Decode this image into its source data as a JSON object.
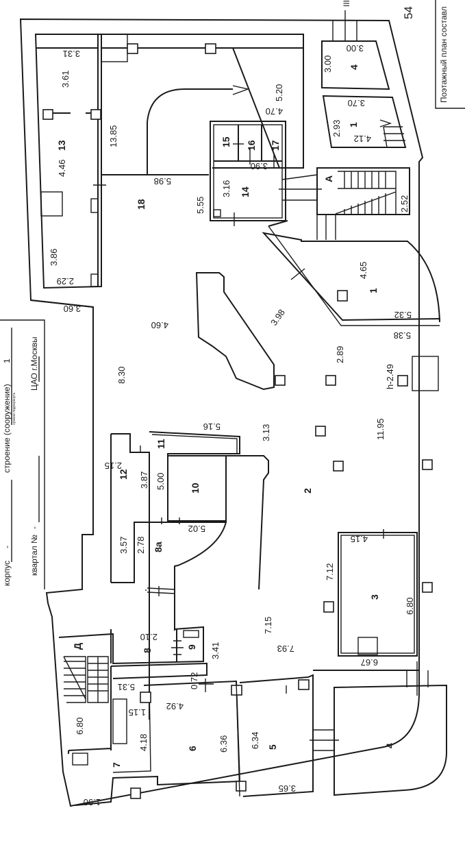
{
  "sheet": {
    "page_number": "54",
    "stair_marker": "III",
    "title_box": "Поэтажный план составл"
  },
  "header": {
    "korpus_label": "корпус",
    "korpus_value": "-",
    "stroenie_label": "строение (сооружение)",
    "stroenie_hint": "нужное подчеркнуть",
    "stroenie_value": "1",
    "kvartal_label": "квартал №",
    "kvartal_value": "-",
    "district": "ЦАО г.Москвы"
  },
  "rooms": {
    "r1_top": "1",
    "r4_top": "4",
    "r13": "13",
    "r15": "15",
    "r16": "16",
    "r17": "17",
    "r14": "14",
    "r18": "18",
    "r1_mid": "1",
    "r12": "12",
    "r11": "11",
    "r10": "10",
    "r8a": "8а",
    "r2": "2",
    "r3": "3",
    "r8": "8",
    "r9": "9",
    "r7": "7",
    "r6": "6",
    "r5": "5",
    "r4_bot": "4",
    "stair_A": "А",
    "stair_D": "Д"
  },
  "dimensions": {
    "d_3_31": "3.31",
    "d_3_61": "3.61",
    "d_4_46": "4.46",
    "d_13_85": "13.85",
    "d_5_98": "5.98",
    "d_3_86": "3.86",
    "d_2_29": "2.29",
    "d_3_60": "3.60",
    "d_4_60": "4.60",
    "d_8_30": "8.30",
    "d_5_20": "5.20",
    "d_4_70": "4.70",
    "d_3_00a": "3.00",
    "d_3_00b": "3.00",
    "d_3_70": "3.70",
    "d_2_93": "2.93",
    "d_4_12": "4.12",
    "d_3_90": "3.90",
    "d_3_16": "3.16",
    "d_5_55": "5.55",
    "d_2_52": "2.52",
    "d_3_98": "3.98",
    "d_4_65": "4.65",
    "d_5_32": "5.32",
    "d_5_38": "5.38",
    "d_2_89": "2.89",
    "d_h_2_49": "h-2.49",
    "d_5_16": "5.16",
    "d_3_13": "3.13",
    "d_11_95": "11.95",
    "d_2_15": "2.15",
    "d_3_87": "3.87",
    "d_5_00": "5.00",
    "d_3_57": "3.57",
    "d_2_78": "2.78",
    "d_5_02": "5.02",
    "d_4_15": "4.15",
    "d_7_12": "7.12",
    "d_6_80a": "6.80",
    "d_6_67": "6.67",
    "d_7_15": "7.15",
    "d_7_93": "7.93",
    "d_2_10": "2.10",
    "d_3_41": "3.41",
    "d_0_72": "0.72",
    "d_5_31": "5.31",
    "d_1_15": "1.15",
    "d_4_92": "4.92",
    "d_6_80b": "6.80",
    "d_4_18": "4.18",
    "d_6_36": "6.36",
    "d_6_34": "6.34",
    "d_1_90": "1.90",
    "d_3_65": "3.65"
  }
}
